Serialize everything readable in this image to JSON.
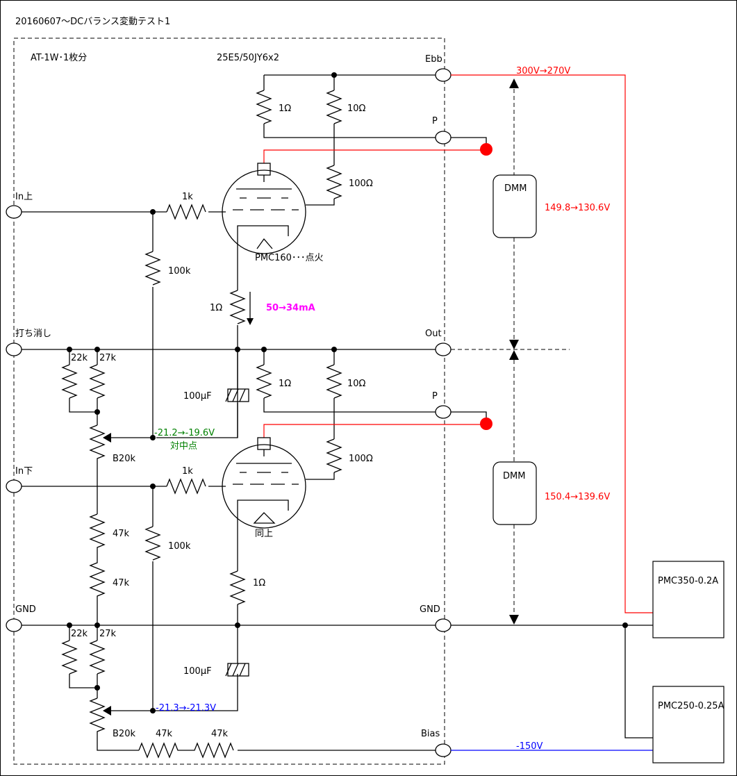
{
  "title": "20160607〜DCバランス変動テスト1",
  "module": {
    "name": "AT-1W･1枚分",
    "tubes": "25E5/50JY6x2"
  },
  "terminals": {
    "ebb": "Ebb",
    "p_upper": "P",
    "in_upper": "In上",
    "cancel": "打ち消し",
    "out": "Out",
    "p_lower": "P",
    "in_lower": "In下",
    "gnd_left": "GND",
    "gnd_right": "GND",
    "bias": "Bias"
  },
  "resistors": {
    "r_1ohm_a": "1Ω",
    "r_10ohm_a": "10Ω",
    "r_100ohm_a": "100Ω",
    "r_1k_a": "1k",
    "r_100k_a": "100k",
    "r_1ohm_cath_a": "1Ω",
    "r_22k_a": "22k",
    "r_27k_a": "27k",
    "pot_a": "B20k",
    "r_1ohm_b": "1Ω",
    "r_10ohm_b": "10Ω",
    "r_100ohm_b": "100Ω",
    "r_1k_b": "1k",
    "r_100k_b": "100k",
    "r_47k_a": "47k",
    "r_47k_b": "47k",
    "r_1ohm_cath_b": "1Ω",
    "r_22k_b": "22k",
    "r_27k_b": "27k",
    "pot_b": "B20k",
    "r_47k_c": "47k",
    "r_47k_d": "47k"
  },
  "capacitors": {
    "c_a": "100μF",
    "c_b": "100μF"
  },
  "notes": {
    "heater_upper": "PMC160･･･点火",
    "heater_lower": "同上",
    "current": "50→34mA",
    "center_point": "対中点"
  },
  "measurements": {
    "ebb_voltage": "300V→270V",
    "upper_voltage": "149.8→130.6V",
    "lower_voltage": "150.4→139.6V",
    "bias_upper": "-21.2→-19.6V",
    "bias_lower": "-21.3→-21.3V",
    "bias_supply": "-150V"
  },
  "meters": {
    "dmm_upper": "DMM",
    "dmm_lower": "DMM"
  },
  "supplies": {
    "psu_ebb": "PMC350-0.2A",
    "psu_bias": "PMC250-0.25A"
  },
  "colors": {
    "red": "#ff0000",
    "blue": "#0000ff",
    "green": "#008000",
    "magenta": "#ff00ff"
  }
}
